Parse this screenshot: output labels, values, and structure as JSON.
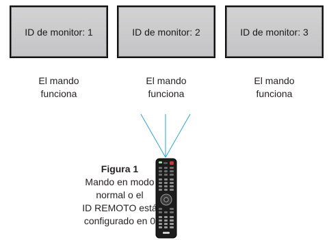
{
  "monitors": [
    {
      "label": "ID de monitor: 1",
      "caption_line1": "El mando",
      "caption_line2": "funciona"
    },
    {
      "label": "ID de monitor: 2",
      "caption_line1": "El mando",
      "caption_line2": "funciona"
    },
    {
      "label": "ID de monitor: 3",
      "caption_line1": "El mando",
      "caption_line2": "funciona"
    }
  ],
  "figure": {
    "title": "Figura 1",
    "lines": [
      "Mando en modo",
      "normal o el",
      "ID REMOTO está",
      "configurado en 0"
    ]
  },
  "colors": {
    "signal_rays": "#2aa3d6",
    "screen": "#cbcbcd",
    "bezel": "#111111",
    "remote_body": "#1c1c1c"
  },
  "icons": {
    "remote": "remote-control-icon"
  }
}
